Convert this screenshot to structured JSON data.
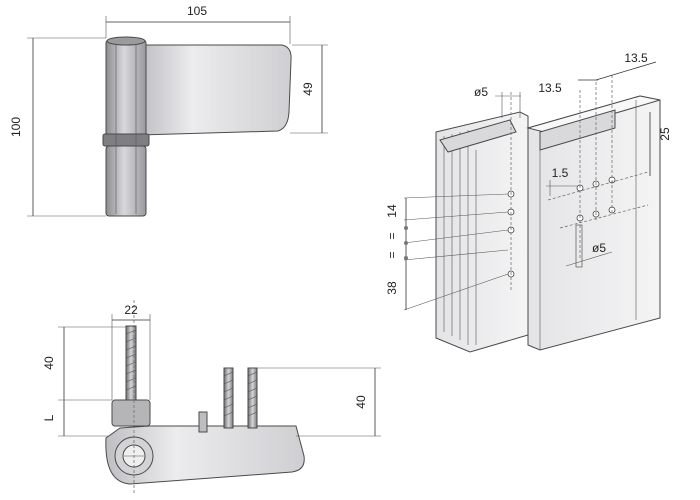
{
  "dimensions": {
    "front_width": "105",
    "front_height": "100",
    "front_leaf_height": "49",
    "side_screw_width": "22",
    "side_screw_len_left": "40",
    "side_L": "L",
    "side_screw_len_right": "40",
    "profile_hole_dia_top": "ø5",
    "profile_spacing_a": "13.5",
    "profile_spacing_b": "13.5",
    "profile_depth": "25",
    "profile_offset": "1.5",
    "profile_vert_14": "14",
    "profile_eq": "=",
    "profile_eq2": "=",
    "profile_vert_38": "38",
    "profile_hole_dia_bottom": "ø5"
  },
  "colors": {
    "metal_light": "#e6e6e8",
    "metal_mid": "#c9c9cc",
    "metal_dark": "#8e8e92",
    "line": "#333333"
  }
}
